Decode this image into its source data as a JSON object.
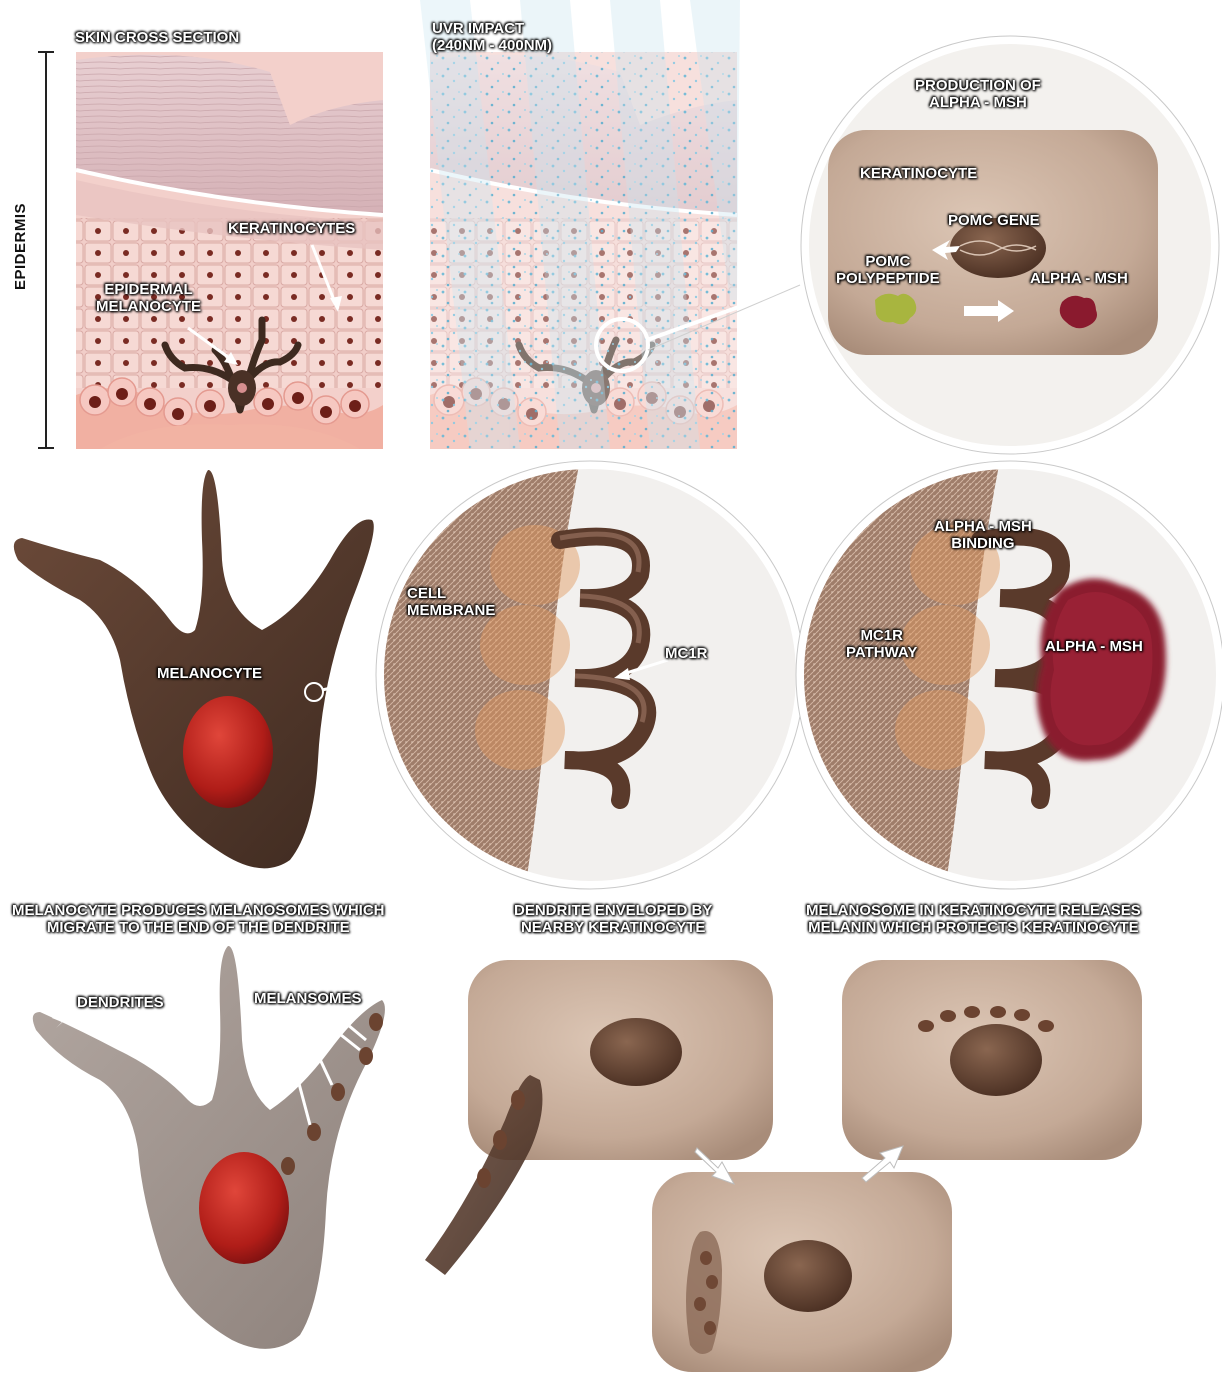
{
  "labels": {
    "epidermis": "EPIDERMIS",
    "skin_cross_section": "SKIN CROSS SECTION",
    "keratinocytes": "KERATINOCYTES",
    "epidermal_melanocyte": "EPIDERMAL\nMELANOCYTE",
    "uvr_impact": "UVR IMPACT\n(240nm - 400nm)",
    "production_of_alpha_msh": "PRODUCTION OF\nALPHA - MSH",
    "keratinocyte": "KERATINOCYTE",
    "pomc_gene": "POMC GENE",
    "pomc_polypeptide": "POMC\nPOLYPEPTIDE",
    "alpha_msh_small": "ALPHA - MSH",
    "melanocyte": "MELANOCYTE",
    "cell_membrane": "CELL\nMEMBRANE",
    "mc1r": "MC1R",
    "alpha_msh_binding": "ALPHA - MSH\nBINDING",
    "mc1r_pathway": "MC1R\nPATHWAY",
    "alpha_msh_large": "ALPHA - MSH",
    "melanocyte_produces": "MELANOCYTE PRODUCES MELANOSOMES WHICH\nMIGRATE TO THE END OF THE DENDRITE",
    "dendrite_enveloped": "DENDRITE ENVELOPED BY\nNEARBY KERATINOCYTE",
    "melanosome_releases": "MELANOSOME IN KERATINOCYTE RELEASES\nMELANIN WHICH PROTECTS KERATINOCYTE",
    "dendrites": "DENDRITES",
    "melansomes": "MELANSOMES"
  },
  "colors": {
    "skin_pink": "#efc3c0",
    "skin_dark_pink": "#d89a98",
    "stratum": "#dcb9bd",
    "melanocyte_brown": "#5a3e30",
    "nucleus_red": "#b3201c",
    "keratinocyte_tan": "#c9b09d",
    "alpha_msh": "#8a1a2e",
    "pomc_green": "#a6b23c",
    "uv_blue": "#7cc3de",
    "grey_cell": "#9b8f89"
  }
}
